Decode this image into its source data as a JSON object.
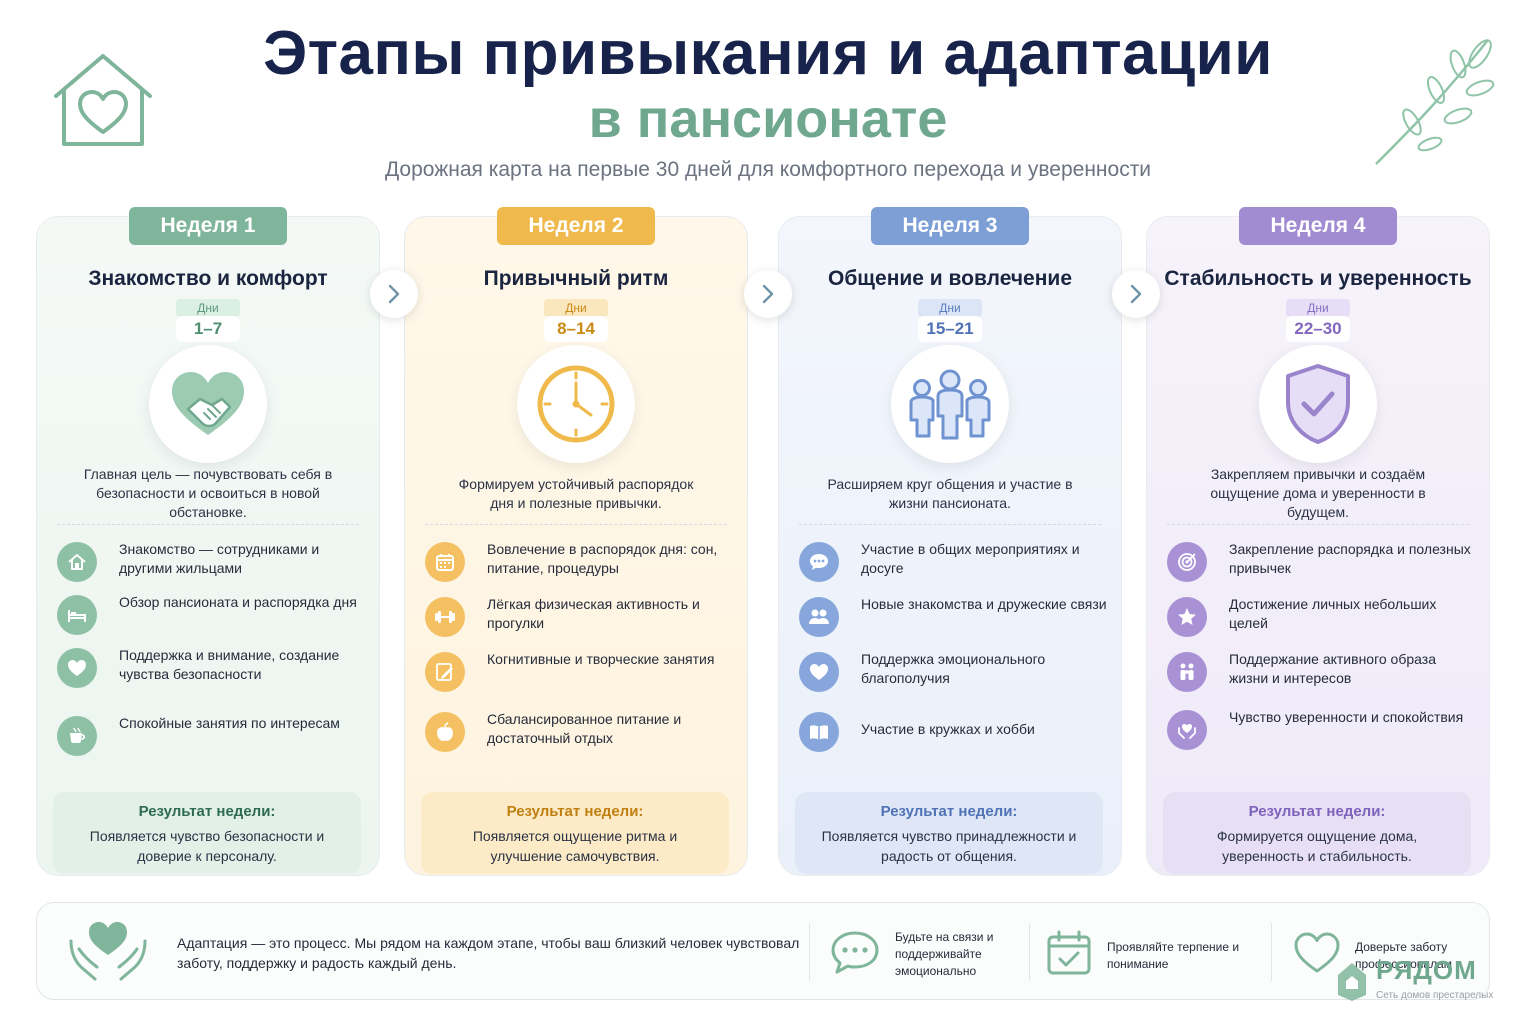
{
  "header": {
    "title_line1": "Этапы привыкания и адаптации",
    "title_line2": "в пансионате",
    "subtitle": "Дорожная карта на первые 30 дней для комфортного перехода и уверенности",
    "left_icon": "house-heart-icon",
    "right_icon": "leaf-branch-icon"
  },
  "colors": {
    "week1": "#7fb59a",
    "week2": "#f0b94c",
    "week3": "#7d9fd6",
    "week4": "#a18bd1",
    "title": "#17234a",
    "accent_green": "#6fa88f"
  },
  "weeks": [
    {
      "label": "Неделя 1",
      "title": "Знакомство и комфорт",
      "days_label": "Дни",
      "days": "1–7",
      "icon": "heart-handshake-icon",
      "goal": "Главная цель — почувствовать себя в безопасности и освоиться в новой обстановке.",
      "items": [
        {
          "icon": "home-icon",
          "text": "Знакомство — сотрудниками и другими жильцами"
        },
        {
          "icon": "bed-icon",
          "text": "Обзор пансионата и распорядка дня"
        },
        {
          "icon": "heart-icon",
          "text": "Поддержка и внимание, создание чувства безопасности"
        },
        {
          "icon": "cup-icon",
          "text": "Спокойные занятия по интересам"
        }
      ],
      "result_title": "Результат недели:",
      "result_text": "Появляется чувство безопасности и доверие к персоналу."
    },
    {
      "label": "Неделя 2",
      "title": "Привычный ритм",
      "days_label": "Дни",
      "days": "8–14",
      "icon": "clock-icon",
      "goal": "Формируем устойчивый распорядок дня и полезные привычки.",
      "items": [
        {
          "icon": "calendar-icon",
          "text": "Вовлечение в распорядок дня: сон, питание, процедуры"
        },
        {
          "icon": "dumbbell-icon",
          "text": "Лёгкая физическая активность и прогулки"
        },
        {
          "icon": "pencil-icon",
          "text": "Когнитивные и творческие занятия"
        },
        {
          "icon": "apple-icon",
          "text": "Сбалансированное питание и достаточный отдых"
        }
      ],
      "result_title": "Результат недели:",
      "result_text": "Появляется ощущение ритма и улучшение самочувствия."
    },
    {
      "label": "Неделя 3",
      "title": "Общение и вовлечение",
      "days_label": "Дни",
      "days": "15–21",
      "icon": "people-group-icon",
      "goal": "Расширяем круг общения и участие в жизни пансионата.",
      "items": [
        {
          "icon": "chat-icon",
          "text": "Участие в общих мероприятиях и досуге"
        },
        {
          "icon": "users-icon",
          "text": "Новые знакомства и дружеские связи"
        },
        {
          "icon": "heart-icon",
          "text": "Поддержка эмоционального благополучия"
        },
        {
          "icon": "book-icon",
          "text": "Участие в кружках и хобби"
        }
      ],
      "result_title": "Результат недели:",
      "result_text": "Появляется чувство принадлежности и радость от общения."
    },
    {
      "label": "Неделя 4",
      "title": "Стабильность и уверенность",
      "days_label": "Дни",
      "days": "22–30",
      "icon": "shield-check-icon",
      "goal": "Закрепляем привычки и создаём ощущение дома и уверенности в будущем.",
      "items": [
        {
          "icon": "target-icon",
          "text": "Закрепление распорядка и полезных привычек"
        },
        {
          "icon": "star-icon",
          "text": "Достижение личных небольших целей"
        },
        {
          "icon": "family-icon",
          "text": "Поддержание активного образа жизни и интересов"
        },
        {
          "icon": "heart-hands-icon",
          "text": "Чувство уверенности и спокойствия"
        }
      ],
      "result_title": "Результат недели:",
      "result_text": "Формируется ощущение дома, уверенность и стабильность."
    }
  ],
  "footer": {
    "icon": "heart-hands-icon",
    "main_text": "Адаптация — это процесс. Мы рядом на каждом этапе, чтобы ваш близкий человек чувствовал заботу, поддержку и радость каждый день.",
    "tips": [
      {
        "icon": "chat-bubble-icon",
        "text": "Будьте на связи и поддерживайте эмоционально"
      },
      {
        "icon": "calendar-check-icon",
        "text": "Проявляйте терпение и понимание"
      },
      {
        "icon": "heart-outline-icon",
        "text": "Доверьте заботу профессионалам"
      }
    ]
  },
  "brand": {
    "name": "РЯДОМ",
    "tagline": "Сеть домов престарелых",
    "logo_icon": "brand-logo-icon"
  }
}
